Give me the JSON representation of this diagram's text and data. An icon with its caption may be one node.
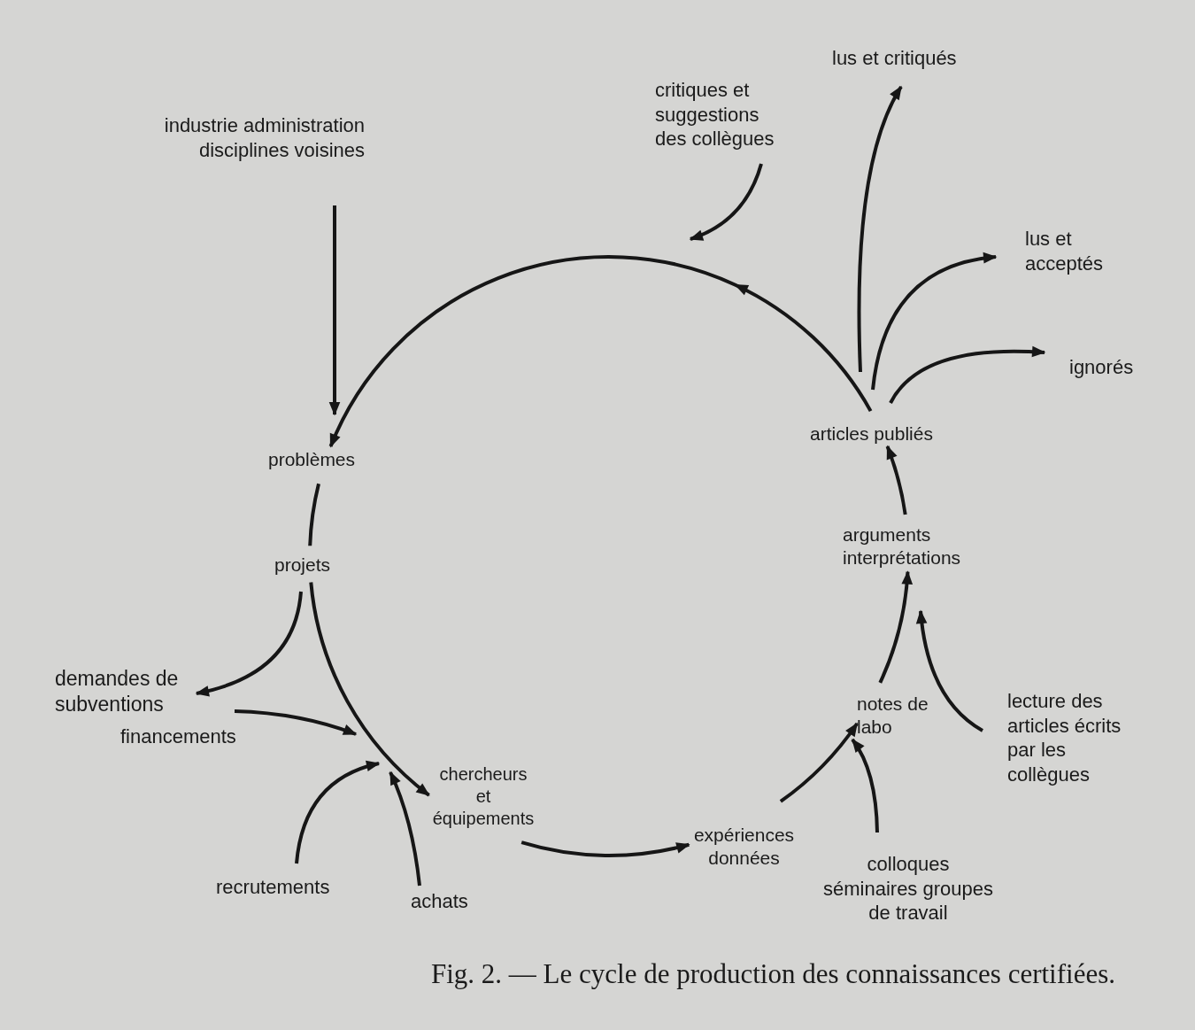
{
  "diagram": {
    "caption": "Fig. 2. — Le cycle de production des connaissances certifiées.",
    "nodes": [
      {
        "text": [
          "industrie administration disciplines voisines"
        ]
      },
      {
        "text": [
          "problèmes"
        ]
      },
      {
        "text": [
          "projets"
        ]
      },
      {
        "text": [
          "demandes de subventions"
        ]
      },
      {
        "text": [
          "financements"
        ]
      },
      {
        "text": [
          "recrutements"
        ]
      },
      {
        "text": [
          "achats"
        ]
      },
      {
        "text": [
          "chercheurs et équipements"
        ]
      },
      {
        "text": [
          "expériences données"
        ]
      },
      {
        "text": [
          "colloques séminaires groupes de travail"
        ]
      },
      {
        "text": [
          "notes de labo"
        ]
      },
      {
        "text": [
          "lecture des articles écrits par les collègues"
        ]
      },
      {
        "text": [
          "arguments interprétations"
        ]
      },
      {
        "text": [
          "articles publiés"
        ]
      },
      {
        "text": [
          "lus et critiqués"
        ]
      },
      {
        "text": [
          "lus et acceptés"
        ]
      },
      {
        "text": [
          "ignorés"
        ]
      },
      {
        "text": [
          "critiques et suggestions des collègues"
        ]
      }
    ],
    "edges": [
      {
        "from": 0,
        "to": 1,
        "arrow": "to"
      },
      {
        "from": 1,
        "to": 2,
        "arrow": "none"
      },
      {
        "from": 2,
        "to": 7,
        "arrow": "to"
      },
      {
        "from": 2,
        "to": 3,
        "arrow": "to"
      },
      {
        "from": 4,
        "to": 7,
        "arrow": "to"
      },
      {
        "from": 5,
        "to": 7,
        "arrow": "to"
      },
      {
        "from": 6,
        "to": 7,
        "arrow": "to"
      },
      {
        "from": 7,
        "to": 8,
        "arrow": "to"
      },
      {
        "from": 8,
        "to": 10,
        "arrow": "to"
      },
      {
        "from": 9,
        "to": 10,
        "arrow": "to"
      },
      {
        "from": 10,
        "to": 12,
        "arrow": "to"
      },
      {
        "from": 11,
        "to": 12,
        "arrow": "to"
      },
      {
        "from": 12,
        "to": 13,
        "arrow": "to"
      },
      {
        "from": 13,
        "to": 14,
        "arrow": "to"
      },
      {
        "from": 13,
        "to": 15,
        "arrow": "to"
      },
      {
        "from": 13,
        "to": 16,
        "arrow": "to"
      },
      {
        "from": 13,
        "to": 1,
        "arrow": "to"
      },
      {
        "from": 17,
        "to": null,
        "arrow": "to"
      }
    ]
  }
}
